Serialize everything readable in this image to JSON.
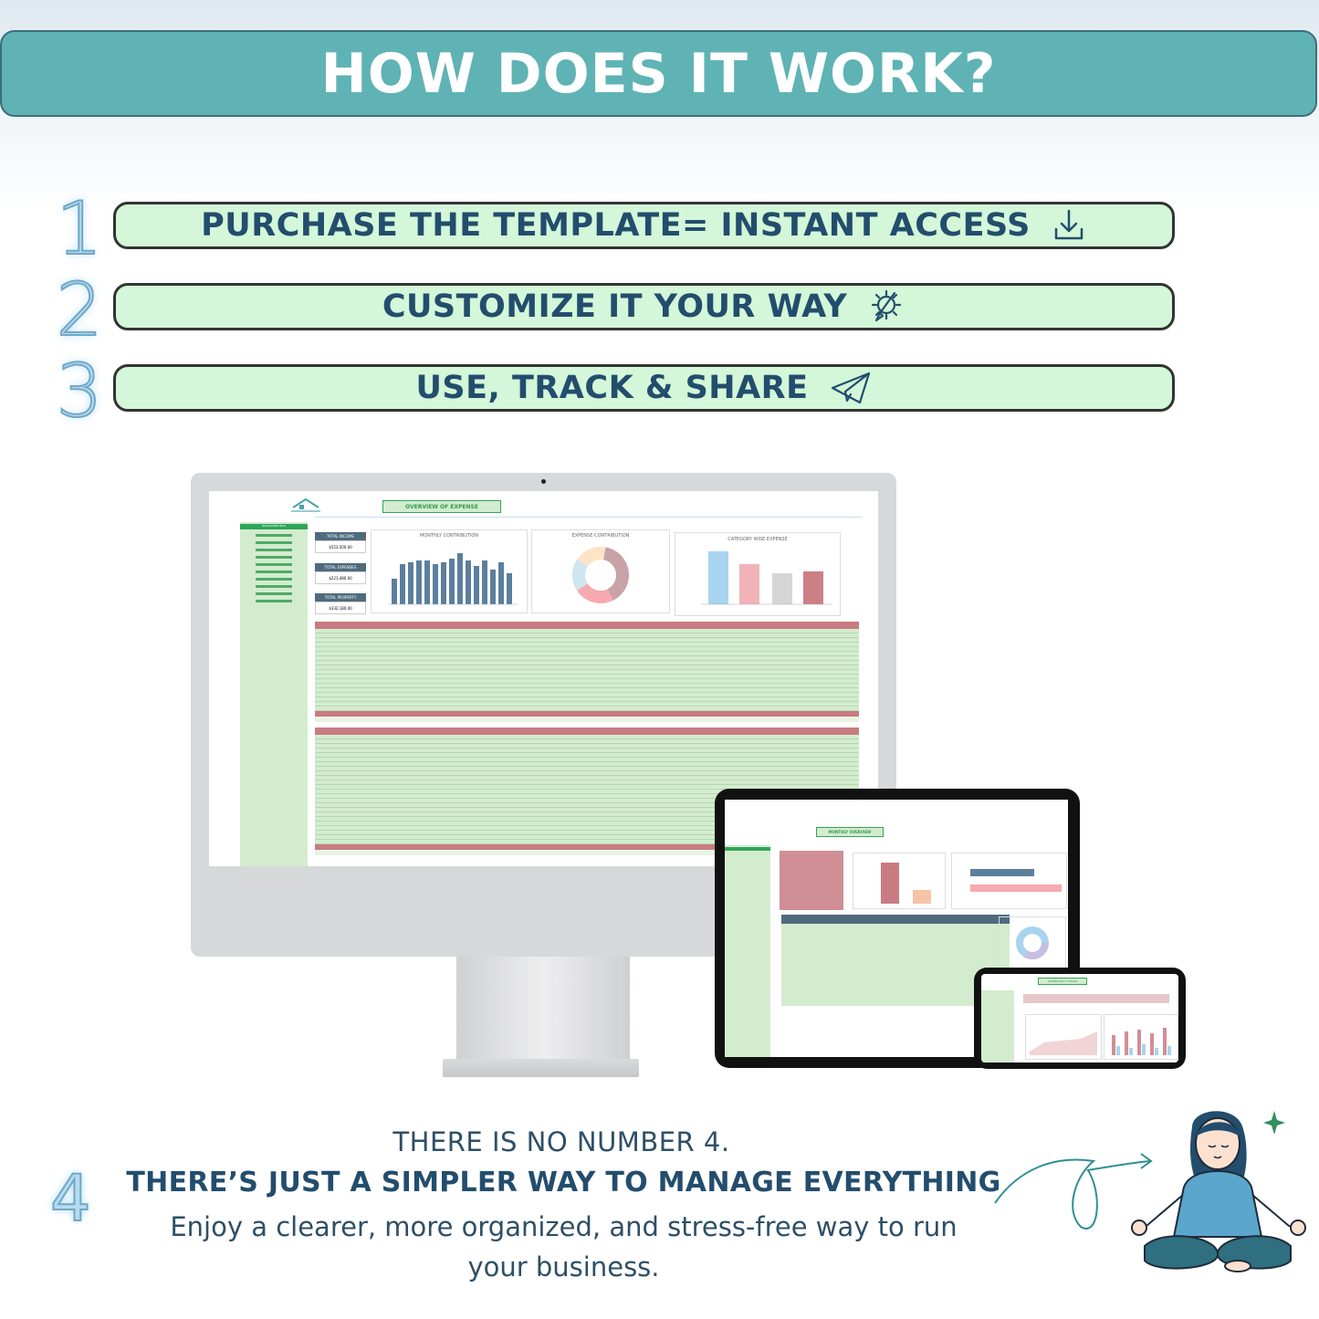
{
  "header": {
    "title": "HOW DOES IT WORK?"
  },
  "steps": [
    {
      "number": "1",
      "label": "PURCHASE THE TEMPLATE= INSTANT ACCESS",
      "icon": "download-icon"
    },
    {
      "number": "2",
      "label": "CUSTOMIZE IT YOUR WAY",
      "icon": "gear-brush-icon"
    },
    {
      "number": "3",
      "label": "USE, TRACK & SHARE",
      "icon": "paper-plane-icon"
    }
  ],
  "monitor": {
    "title": "OVERVIEW OF EXPENSE",
    "sidebar_header": "NAVIGATION BAR",
    "kpis": [
      {
        "label": "TOTAL INCOME",
        "value": "$553,500.00"
      },
      {
        "label": "TOTAL EXPENSES",
        "value": "$221,480.00"
      },
      {
        "label": "TOTAL PROPERTY",
        "value": "$332,180.00"
      }
    ],
    "charts": {
      "monthly_title": "MONTHLY CONTRIBUTION",
      "expense_title": "EXPENSE CONTRIBUTION",
      "category_title": "CATEGORY WISE EXPENSE"
    }
  },
  "tablet": {
    "title": "MONTHLY OVERVIEW"
  },
  "phone": {
    "title": "DASHBOARD 5 YEARS"
  },
  "footer": {
    "number": "4",
    "line1": "THERE IS NO NUMBER 4.",
    "line2": "THERE’S JUST A SIMPLER WAY TO MANAGE EVERYTHING",
    "line3": "Enjoy a clearer, more organized, and stress-free way to run your business."
  },
  "colors": {
    "banner": "#5fb3b5",
    "step_bg": "#d3f7d8",
    "text_dark": "#234d6d"
  }
}
